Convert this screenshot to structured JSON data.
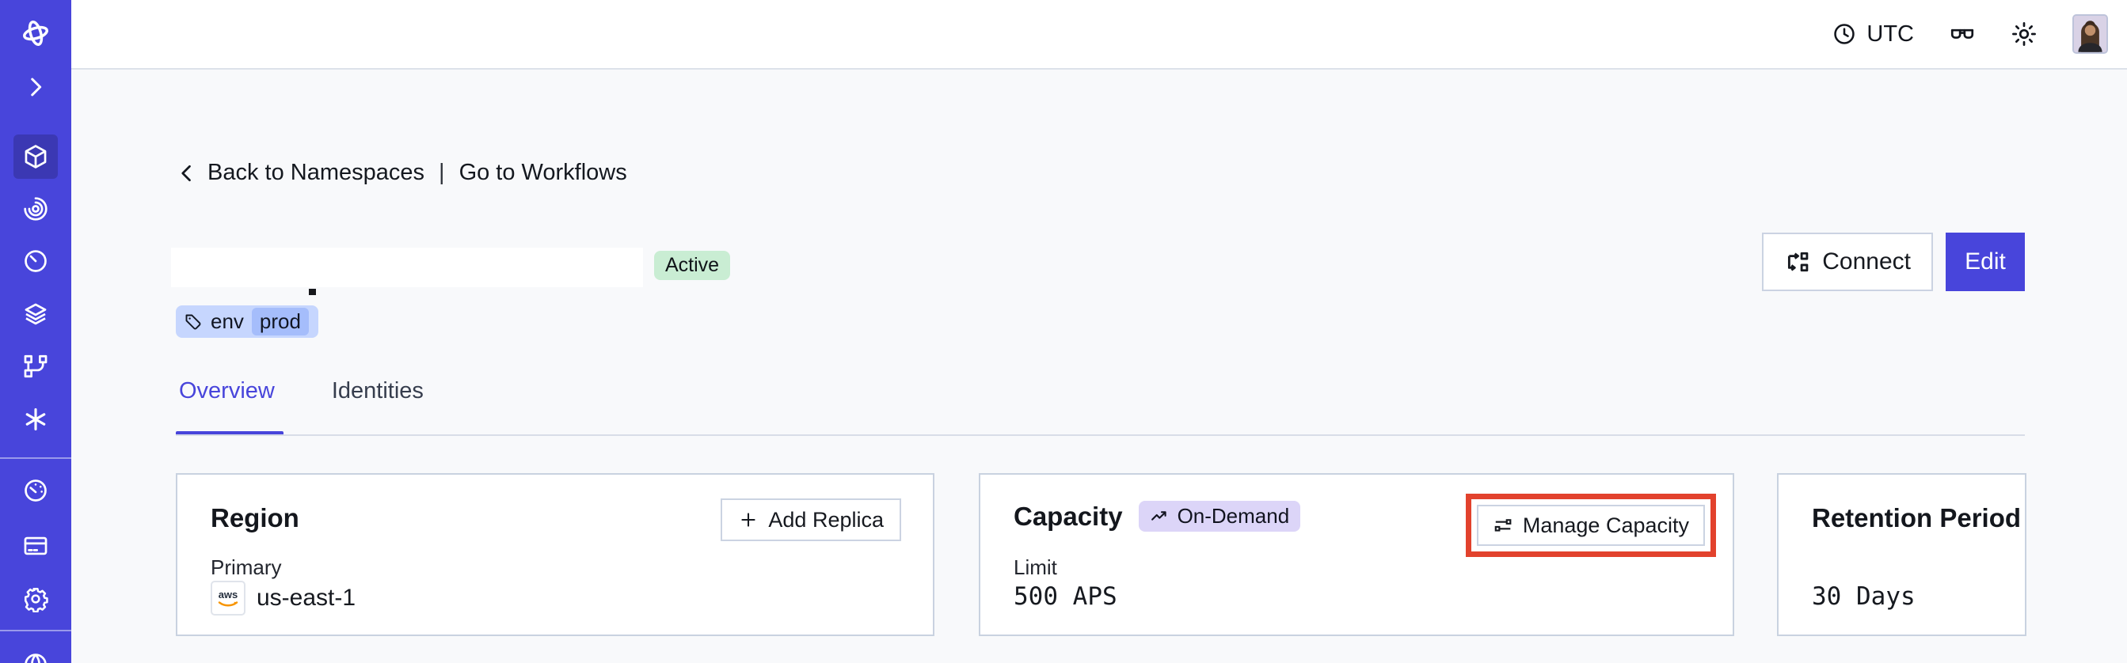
{
  "colors": {
    "accent": "#4845DB",
    "page-bg": "#F8F9FB",
    "border": "#CBD3E2",
    "green-bg": "#C9EDD3",
    "chip-bg": "#C6D6FE",
    "chip-inner": "#A5BDFB",
    "purple-bg": "#DCD5F8",
    "annotation-red": "#E2422D",
    "text": "#16191F"
  },
  "topbar": {
    "timezone_label": "UTC",
    "icons": [
      "clock-icon",
      "glasses-icon",
      "sun-icon",
      "avatar"
    ]
  },
  "sidebar": {
    "active_item": "namespaces",
    "items": [
      "temporal-logo",
      "expand-chevron",
      "namespaces",
      "workflows",
      "schedules",
      "deployments",
      "batch-operations",
      "nexus",
      "usage",
      "billing",
      "settings",
      "support"
    ]
  },
  "breadcrumb": {
    "back_label": "Back to Namespaces",
    "separator": "|",
    "workflows_label": "Go to Workflows"
  },
  "namespace_header": {
    "title_redacted": true,
    "status_badge": "Active",
    "tag_key": "env",
    "tag_value": "prod",
    "connect_label": "Connect",
    "edit_label": "Edit"
  },
  "tabs": {
    "overview": "Overview",
    "identities": "Identities"
  },
  "cards": {
    "region": {
      "title": "Region",
      "action_label": "Add Replica",
      "field_label": "Primary",
      "provider": "aws",
      "value": "us-east-1"
    },
    "capacity": {
      "title": "Capacity",
      "badge": "On-Demand",
      "action_label": "Manage Capacity",
      "action_highlighted": true,
      "field_label": "Limit",
      "value": "500 APS"
    },
    "retention": {
      "title": "Retention Period",
      "value": "30 Days"
    }
  }
}
